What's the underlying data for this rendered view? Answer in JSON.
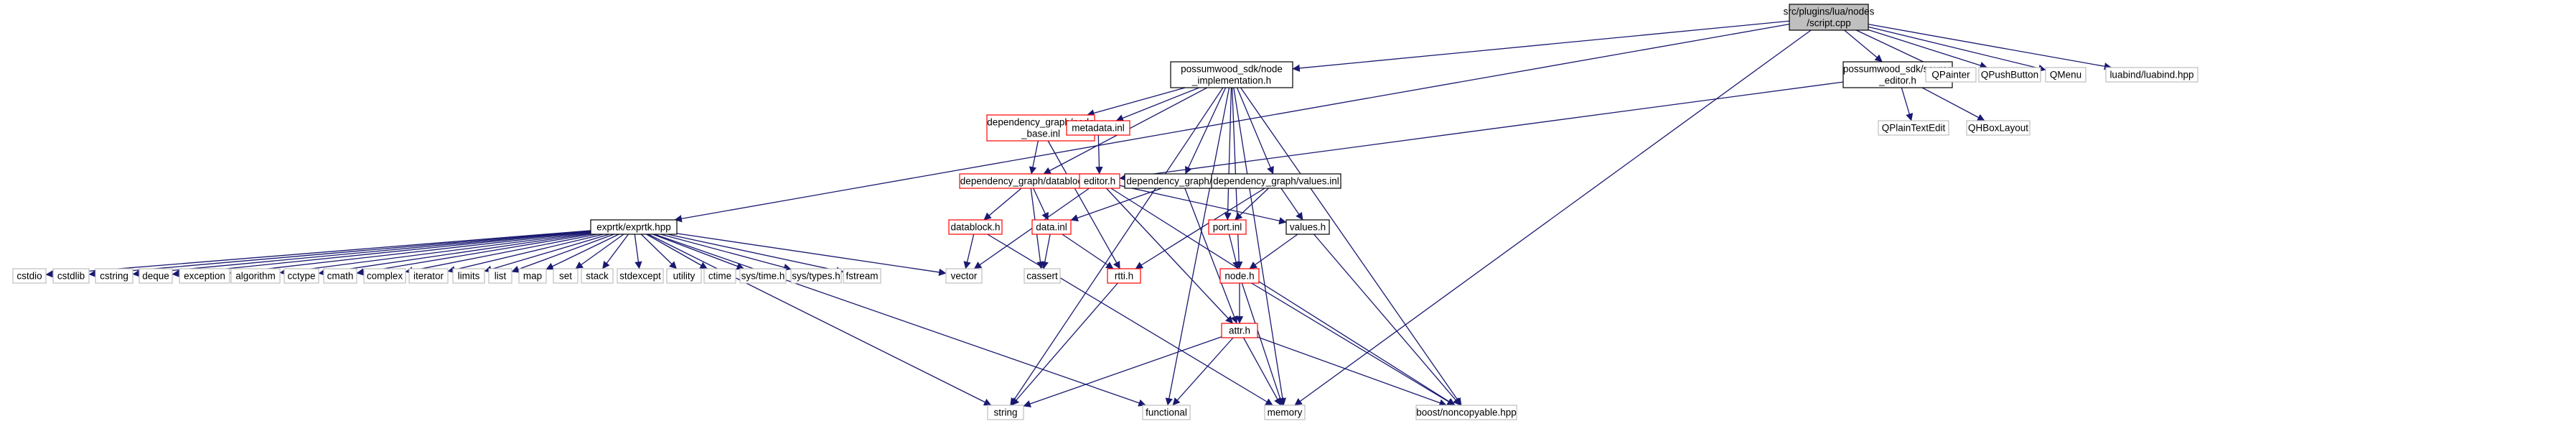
{
  "colors": {
    "edge": "#191970",
    "focus_fill": "#bfbfbf",
    "box_plain": "#000000",
    "box_link_red": "#ff0000",
    "box_external": "#bfbfbf"
  },
  "nodes": [
    {
      "id": "script",
      "lines": [
        "src/plugins/lua/nodes",
        "/script.cpp"
      ],
      "kind": "focus"
    },
    {
      "id": "node_impl",
      "lines": [
        "possumwood_sdk/node",
        "_implementation.h"
      ],
      "kind": "plain"
    },
    {
      "id": "source_editor",
      "lines": [
        "possumwood_sdk/source",
        "_editor.h"
      ],
      "kind": "plain"
    },
    {
      "id": "qpainter",
      "lines": [
        "QPainter"
      ],
      "kind": "external"
    },
    {
      "id": "qpushbutton",
      "lines": [
        "QPushButton"
      ],
      "kind": "external"
    },
    {
      "id": "qmenu",
      "lines": [
        "QMenu"
      ],
      "kind": "external"
    },
    {
      "id": "luabind",
      "lines": [
        "luabind/luabind.hpp"
      ],
      "kind": "external"
    },
    {
      "id": "qplaintextedit",
      "lines": [
        "QPlainTextEdit"
      ],
      "kind": "external"
    },
    {
      "id": "qhboxlayout",
      "lines": [
        "QHBoxLayout"
      ],
      "kind": "external"
    },
    {
      "id": "node_base",
      "lines": [
        "dependency_graph/node",
        "_base.inl"
      ],
      "kind": "red"
    },
    {
      "id": "metadata",
      "lines": [
        "metadata.inl"
      ],
      "kind": "red"
    },
    {
      "id": "datablock_inl",
      "lines": [
        "dependency_graph/datablock.inl"
      ],
      "kind": "red"
    },
    {
      "id": "attr_inl",
      "lines": [
        "dependency_graph/attr.inl"
      ],
      "kind": "plain"
    },
    {
      "id": "values_inl",
      "lines": [
        "dependency_graph/values.inl"
      ],
      "kind": "plain"
    },
    {
      "id": "editor",
      "lines": [
        "editor.h"
      ],
      "kind": "red"
    },
    {
      "id": "exprtk",
      "lines": [
        "exprtk/exprtk.hpp"
      ],
      "kind": "plain"
    },
    {
      "id": "datablock_h",
      "lines": [
        "datablock.h"
      ],
      "kind": "red"
    },
    {
      "id": "data_inl",
      "lines": [
        "data.inl"
      ],
      "kind": "red"
    },
    {
      "id": "port_inl",
      "lines": [
        "port.inl"
      ],
      "kind": "red"
    },
    {
      "id": "values_h",
      "lines": [
        "values.h"
      ],
      "kind": "plain"
    },
    {
      "id": "cstdio",
      "lines": [
        "cstdio"
      ],
      "kind": "external"
    },
    {
      "id": "cstdlib",
      "lines": [
        "cstdlib"
      ],
      "kind": "external"
    },
    {
      "id": "cstring",
      "lines": [
        "cstring"
      ],
      "kind": "external"
    },
    {
      "id": "deque",
      "lines": [
        "deque"
      ],
      "kind": "external"
    },
    {
      "id": "exception",
      "lines": [
        "exception"
      ],
      "kind": "external"
    },
    {
      "id": "algorithm",
      "lines": [
        "algorithm"
      ],
      "kind": "external"
    },
    {
      "id": "cctype",
      "lines": [
        "cctype"
      ],
      "kind": "external"
    },
    {
      "id": "cmath",
      "lines": [
        "cmath"
      ],
      "kind": "external"
    },
    {
      "id": "complex",
      "lines": [
        "complex"
      ],
      "kind": "external"
    },
    {
      "id": "iterator",
      "lines": [
        "iterator"
      ],
      "kind": "external"
    },
    {
      "id": "limits",
      "lines": [
        "limits"
      ],
      "kind": "external"
    },
    {
      "id": "list",
      "lines": [
        "list"
      ],
      "kind": "external"
    },
    {
      "id": "map",
      "lines": [
        "map"
      ],
      "kind": "external"
    },
    {
      "id": "set",
      "lines": [
        "set"
      ],
      "kind": "external"
    },
    {
      "id": "stack",
      "lines": [
        "stack"
      ],
      "kind": "external"
    },
    {
      "id": "stdexcept",
      "lines": [
        "stdexcept"
      ],
      "kind": "external"
    },
    {
      "id": "utility",
      "lines": [
        "utility"
      ],
      "kind": "external"
    },
    {
      "id": "ctime",
      "lines": [
        "ctime"
      ],
      "kind": "external"
    },
    {
      "id": "systime",
      "lines": [
        "sys/time.h"
      ],
      "kind": "external"
    },
    {
      "id": "systypes",
      "lines": [
        "sys/types.h"
      ],
      "kind": "external"
    },
    {
      "id": "fstream",
      "lines": [
        "fstream"
      ],
      "kind": "external"
    },
    {
      "id": "vector",
      "lines": [
        "vector"
      ],
      "kind": "external"
    },
    {
      "id": "cassert",
      "lines": [
        "cassert"
      ],
      "kind": "external"
    },
    {
      "id": "rtti",
      "lines": [
        "rtti.h"
      ],
      "kind": "red"
    },
    {
      "id": "node_h",
      "lines": [
        "node.h"
      ],
      "kind": "red"
    },
    {
      "id": "attr_h",
      "lines": [
        "attr.h"
      ],
      "kind": "red"
    },
    {
      "id": "string",
      "lines": [
        "string"
      ],
      "kind": "external"
    },
    {
      "id": "functional",
      "lines": [
        "functional"
      ],
      "kind": "external"
    },
    {
      "id": "memory",
      "lines": [
        "memory"
      ],
      "kind": "external"
    },
    {
      "id": "noncopyable",
      "lines": [
        "boost/noncopyable.hpp"
      ],
      "kind": "external"
    }
  ],
  "edges": [
    [
      "script",
      "node_impl"
    ],
    [
      "script",
      "source_editor"
    ],
    [
      "script",
      "qpainter"
    ],
    [
      "script",
      "qpushbutton"
    ],
    [
      "script",
      "qmenu"
    ],
    [
      "script",
      "luabind"
    ],
    [
      "script",
      "exprtk"
    ],
    [
      "script",
      "memory"
    ],
    [
      "source_editor",
      "qplaintextedit"
    ],
    [
      "source_editor",
      "qhboxlayout"
    ],
    [
      "source_editor",
      "editor"
    ],
    [
      "node_impl",
      "node_base"
    ],
    [
      "node_impl",
      "metadata"
    ],
    [
      "node_impl",
      "datablock_inl"
    ],
    [
      "node_impl",
      "attr_inl"
    ],
    [
      "node_impl",
      "values_inl"
    ],
    [
      "node_impl",
      "port_inl"
    ],
    [
      "node_impl",
      "node_h"
    ],
    [
      "node_impl",
      "string"
    ],
    [
      "node_impl",
      "functional"
    ],
    [
      "node_impl",
      "memory"
    ],
    [
      "node_impl",
      "noncopyable"
    ],
    [
      "node_base",
      "datablock_inl"
    ],
    [
      "node_base",
      "rtti"
    ],
    [
      "metadata",
      "editor"
    ],
    [
      "datablock_inl",
      "datablock_h"
    ],
    [
      "datablock_inl",
      "data_inl"
    ],
    [
      "datablock_inl",
      "cassert"
    ],
    [
      "attr_inl",
      "data_inl"
    ],
    [
      "attr_inl",
      "attr_h"
    ],
    [
      "values_inl",
      "values_h"
    ],
    [
      "values_inl",
      "rtti"
    ],
    [
      "values_inl",
      "port_inl"
    ],
    [
      "editor",
      "values_h"
    ],
    [
      "editor",
      "vector"
    ],
    [
      "editor",
      "attr_h"
    ],
    [
      "editor",
      "noncopyable"
    ],
    [
      "datablock_h",
      "vector"
    ],
    [
      "datablock_h",
      "memory"
    ],
    [
      "data_inl",
      "cassert"
    ],
    [
      "data_inl",
      "rtti"
    ],
    [
      "port_inl",
      "node_h"
    ],
    [
      "values_h",
      "node_h"
    ],
    [
      "values_h",
      "noncopyable"
    ],
    [
      "rtti",
      "string"
    ],
    [
      "node_h",
      "attr_h"
    ],
    [
      "node_h",
      "memory"
    ],
    [
      "node_h",
      "noncopyable"
    ],
    [
      "attr_h",
      "string"
    ],
    [
      "attr_h",
      "functional"
    ],
    [
      "attr_h",
      "memory"
    ],
    [
      "attr_h",
      "noncopyable"
    ],
    [
      "exprtk",
      "cstdio"
    ],
    [
      "exprtk",
      "cstdlib"
    ],
    [
      "exprtk",
      "cstring"
    ],
    [
      "exprtk",
      "deque"
    ],
    [
      "exprtk",
      "exception"
    ],
    [
      "exprtk",
      "algorithm"
    ],
    [
      "exprtk",
      "cctype"
    ],
    [
      "exprtk",
      "cmath"
    ],
    [
      "exprtk",
      "complex"
    ],
    [
      "exprtk",
      "iterator"
    ],
    [
      "exprtk",
      "limits"
    ],
    [
      "exprtk",
      "list"
    ],
    [
      "exprtk",
      "map"
    ],
    [
      "exprtk",
      "set"
    ],
    [
      "exprtk",
      "stack"
    ],
    [
      "exprtk",
      "stdexcept"
    ],
    [
      "exprtk",
      "utility"
    ],
    [
      "exprtk",
      "ctime"
    ],
    [
      "exprtk",
      "systime"
    ],
    [
      "exprtk",
      "systypes"
    ],
    [
      "exprtk",
      "fstream"
    ],
    [
      "exprtk",
      "vector"
    ],
    [
      "exprtk",
      "string"
    ],
    [
      "exprtk",
      "functional"
    ]
  ]
}
